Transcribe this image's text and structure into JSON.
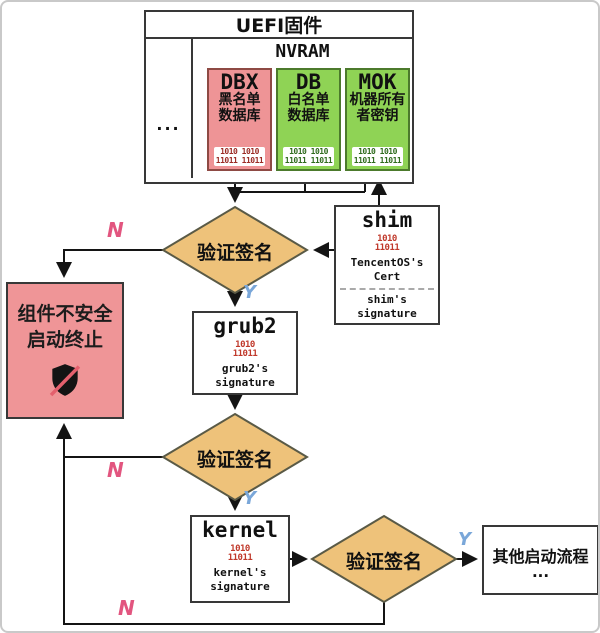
{
  "uefi": {
    "title": "UEFI固件",
    "ellipsis": "...",
    "nvram": {
      "title": "NVRAM",
      "stores": [
        {
          "name": "DBX",
          "desc1": "黑名单",
          "desc2": "数据库",
          "binary_line1": "1010 1010",
          "binary_line2": "11011 11011"
        },
        {
          "name": "DB",
          "desc1": "白名单",
          "desc2": "数据库",
          "binary_line1": "1010 1010",
          "binary_line2": "11011 11011"
        },
        {
          "name": "MOK",
          "desc1": "机器所有",
          "desc2": "者密钥",
          "binary_line1": "1010 1010",
          "binary_line2": "11011 11011"
        }
      ]
    }
  },
  "shim": {
    "title": "shim",
    "binary_line1": "1010",
    "binary_line2": "11011",
    "cert": "TencentOS's Cert",
    "signature": "shim's signature"
  },
  "grub2": {
    "title": "grub2",
    "binary_line1": "1010",
    "binary_line2": "11011",
    "signature": "grub2's signature"
  },
  "kernel": {
    "title": "kernel",
    "binary_line1": "1010",
    "binary_line2": "11011",
    "signature": "kernel's signature"
  },
  "decisions": {
    "d1": "验证签名",
    "d2": "验证签名",
    "d3": "验证签名"
  },
  "fail_box": {
    "line1": "组件不安全",
    "line2": "启动终止"
  },
  "other_box": {
    "line1": "其他启动流程",
    "line2": "..."
  },
  "edge_labels": {
    "n1": "N",
    "n2": "N",
    "n3": "N",
    "y1": "Y",
    "y2": "Y",
    "y3": "Y"
  },
  "colors": {
    "blacklist_fill": "#ee9496",
    "whitelist_fill": "#8fd355",
    "diamond_fill": "#eec27a",
    "fail_fill": "#ef9597",
    "no_label": "#e2557f",
    "yes_label": "#7aa7d9",
    "binary_icon_red": "#c0392b"
  }
}
